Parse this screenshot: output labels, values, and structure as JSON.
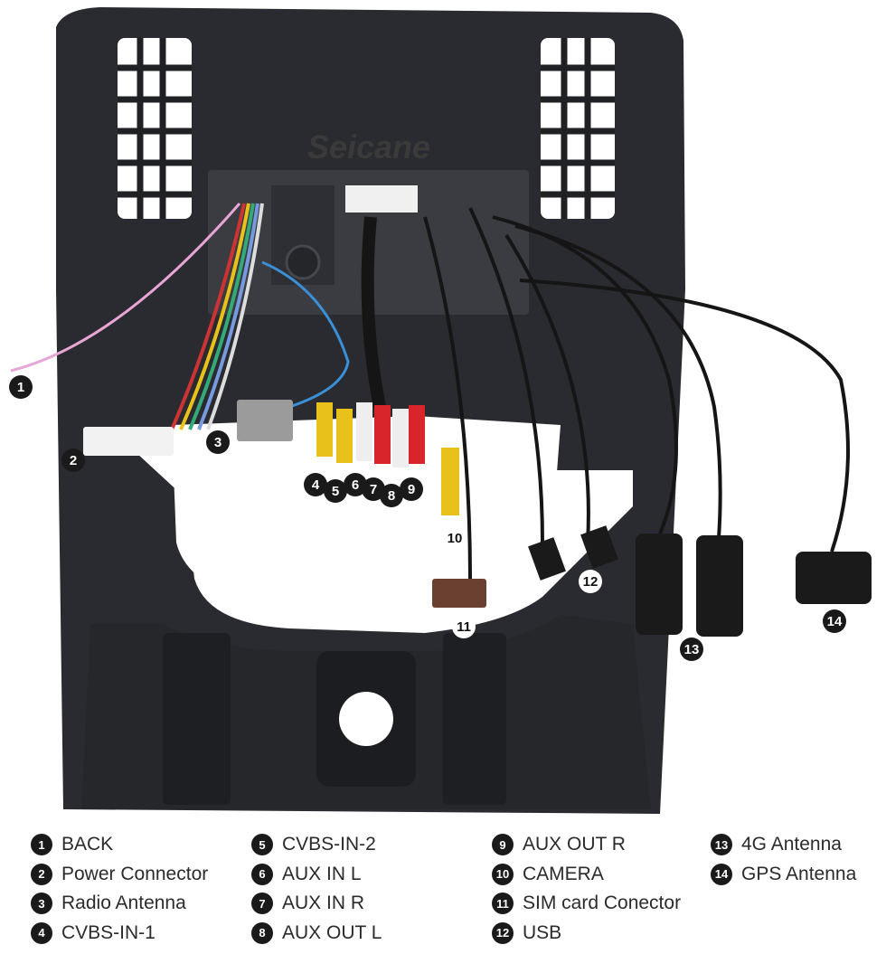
{
  "watermark": "Seicane",
  "callouts": [
    "1",
    "2",
    "3",
    "4",
    "5",
    "6",
    "7",
    "8",
    "9",
    "10",
    "11",
    "12",
    "13",
    "14"
  ],
  "legend": {
    "col1": [
      {
        "n": "1",
        "label": "BACK"
      },
      {
        "n": "2",
        "label": "Power Connector"
      },
      {
        "n": "3",
        "label": "Radio Antenna"
      },
      {
        "n": "4",
        "label": "CVBS-IN-1"
      }
    ],
    "col2": [
      {
        "n": "5",
        "label": "CVBS-IN-2"
      },
      {
        "n": "6",
        "label": "AUX IN L"
      },
      {
        "n": "7",
        "label": "AUX IN R"
      },
      {
        "n": "8",
        "label": "AUX OUT L"
      }
    ],
    "col3": [
      {
        "n": "9",
        "label": "AUX OUT R"
      },
      {
        "n": "10",
        "label": "CAMERA"
      },
      {
        "n": "11",
        "label": "SIM card Conector"
      },
      {
        "n": "12",
        "label": "USB"
      }
    ],
    "col4": [
      {
        "n": "13",
        "label": "4G Antenna"
      },
      {
        "n": "14",
        "label": "GPS Antenna"
      }
    ]
  },
  "colors": {
    "frame": "#2a2b30",
    "frame_dark": "#1c1d21",
    "cable": "#151515",
    "rca_yellow": "#e8c21a",
    "rca_red": "#d8242b",
    "rca_white": "#eeeeee"
  }
}
